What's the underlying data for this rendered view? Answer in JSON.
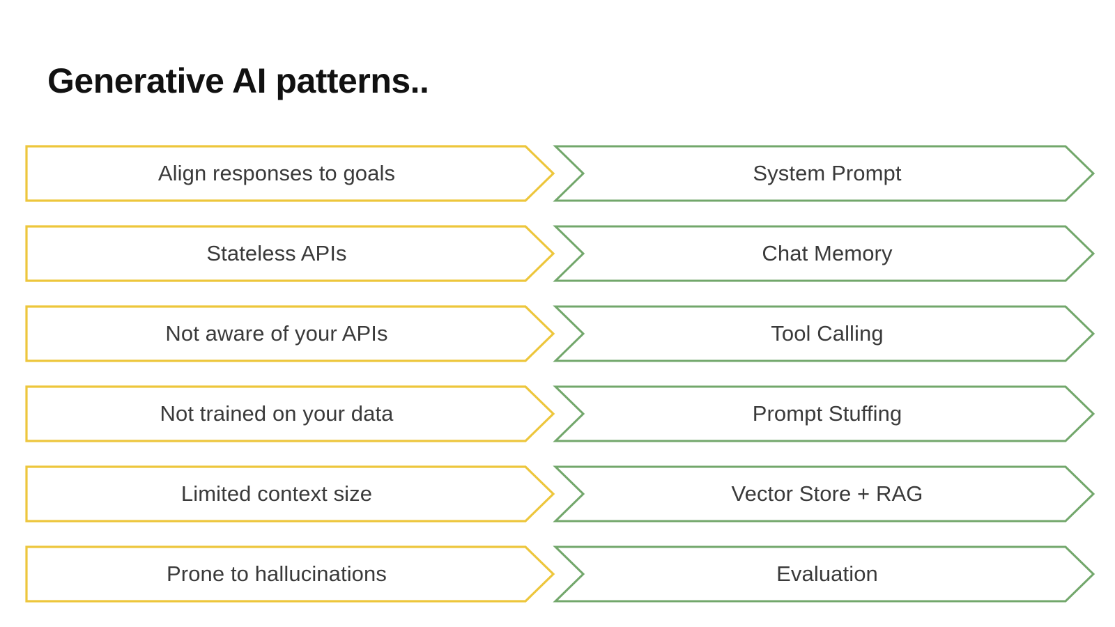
{
  "slide": {
    "title": "Generative AI patterns..",
    "background_color": "#ffffff",
    "title_color": "#111111",
    "label_color": "#3a3a3a"
  },
  "colors": {
    "problem_outline": "#EDC63C",
    "pattern_outline": "#72A76B",
    "shape_fill": "#ffffff"
  },
  "columns": {
    "left": {
      "name": "problems",
      "shape": "pentagon-arrow",
      "outline_color": "#EDC63C"
    },
    "right": {
      "name": "patterns",
      "shape": "chevron-arrow",
      "outline_color": "#72A76B"
    }
  },
  "rows": [
    {
      "problem": "Align responses to goals",
      "pattern": "System Prompt"
    },
    {
      "problem": "Stateless APIs",
      "pattern": "Chat Memory"
    },
    {
      "problem": "Not aware of your APIs",
      "pattern": "Tool Calling"
    },
    {
      "problem": "Not trained on your data",
      "pattern": "Prompt Stuffing"
    },
    {
      "problem": "Limited context size",
      "pattern": "Vector Store + RAG"
    },
    {
      "problem": "Prone to hallucinations",
      "pattern": "Evaluation"
    }
  ]
}
